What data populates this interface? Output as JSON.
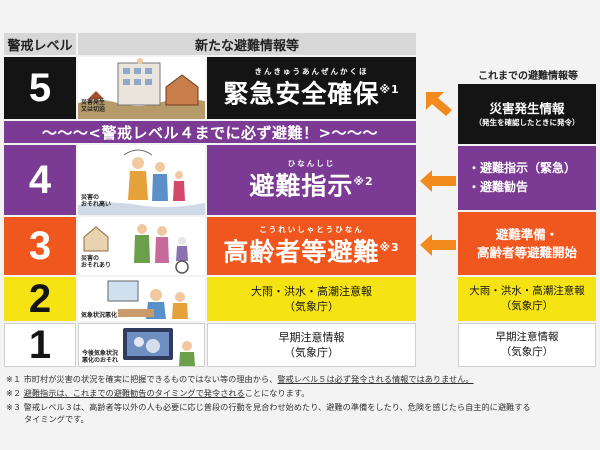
{
  "headers": {
    "level": "警戒レベル",
    "new_info": "新たな避難情報等",
    "old_info": "これまでの避難情報等"
  },
  "banner": "〜〜〜<警戒レベル４までに必ず避難！>〜〜〜",
  "rows": [
    {
      "level": "5",
      "caption": "災害発生\n又は切迫",
      "ruby": "きんきゅうあんぜんかくほ",
      "title": "緊急安全確保",
      "note": "※1",
      "old_title": "災害発生情報",
      "old_sub": "（発生を確認したときに発令）"
    },
    {
      "level": "4",
      "caption": "災害の\nおそれ高い",
      "ruby": "ひなんしじ",
      "title": "避難指示",
      "note": "※2",
      "old_line1": "・避難指示（緊急）",
      "old_line2": "・避難勧告"
    },
    {
      "level": "3",
      "caption": "災害の\nおそれあり",
      "ruby": "こうれいしゃとうひなん",
      "title": "高齢者等避難",
      "note": "※3",
      "old_line1": "避難準備・",
      "old_line2": "高齢者等避難開始"
    },
    {
      "level": "2",
      "caption": "気象状況悪化",
      "info_line1": "大雨・洪水・高潮注意報",
      "info_line2": "（気象庁）",
      "old_line1": "大雨・洪水・高潮注意報",
      "old_line2": "（気象庁）"
    },
    {
      "level": "1",
      "caption": "今後気象状況\n悪化のおそれ",
      "info_line1": "早期注意情報",
      "info_line2": "（気象庁）",
      "old_line1": "早期注意情報",
      "old_line2": "（気象庁）"
    }
  ],
  "footnotes": {
    "n1_a": "※１ 市町村が災害の状況を確実に把握できるものではない等の理由から、",
    "n1_b": "警戒レベル５は必ず発令される情報ではありません。",
    "n2_a": "※２ ",
    "n2_b": "避難指示は、これまでの避難勧告のタイミングで発令される",
    "n2_c": "ことになります。",
    "n3_a": "※３ 警戒レベル３は、高齢者等以外の人も必要に応じ普段の行動を見合わせ始めたり、避難の準備をしたり、危険を感じたら自主的に避難する",
    "n3_b": "タイミングです。"
  },
  "colors": {
    "level5": "#141414",
    "level4": "#7b3a93",
    "level3": "#f0571f",
    "level2": "#f6e313",
    "level1": "#ffffff",
    "arrow": "#f28a1e",
    "header": "#d7d7d7"
  }
}
